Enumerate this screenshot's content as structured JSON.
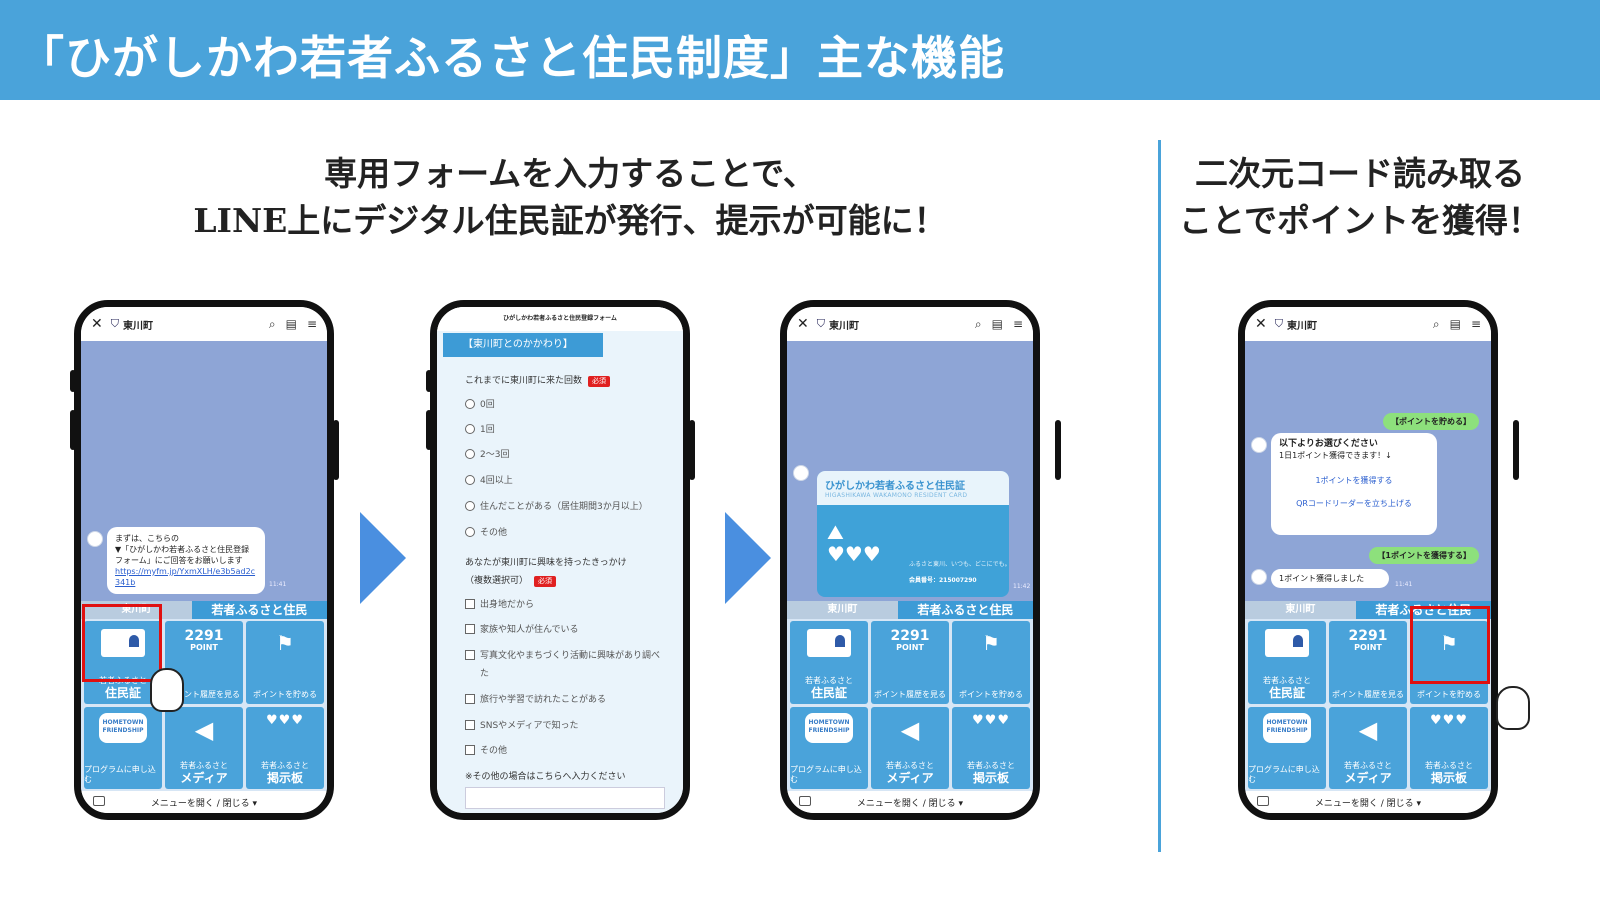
{
  "banner": {
    "title": "「ひがしかわ若者ふるさと住民制度」主な機能"
  },
  "headings": {
    "left_line1": "専用フォームを入力することで、",
    "left_line2": "LINE上にデジタル住民証が発行、提示が可能に！",
    "right_line1": "二次元コード読み取る",
    "right_line2": "ことでポイントを獲得！"
  },
  "line_app": {
    "account_name": "東川町",
    "menu_tab_left": "東川町",
    "menu_tab_right": "若者ふるさと住民",
    "menu_toggle": "メニューを開く / 閉じる ▾",
    "tiles": {
      "resident_card_small": "若者ふるさと",
      "resident_card_big": "住民証",
      "points_number": "2291",
      "points_label": "POINT",
      "points_history": "ポイント履歴を見る",
      "points_save": "ポイントを貯める",
      "program_icon_text": "HOMETOWN FRIENDSHIP",
      "program_label": "プログラムに申し込む",
      "media_small": "若者ふるさと",
      "media_big": "メディア",
      "board_small": "若者ふるさと",
      "board_big": "掲示板"
    }
  },
  "phone1": {
    "message_line1": "まずは、こちらの",
    "message_line2": "▼「ひがしかわ若者ふるさと住民登録フォーム」にご回答をお願いします",
    "message_link": "https://myfm.jp/YxmXLH/e3b5ad2c341b",
    "time": "11:41"
  },
  "phone2": {
    "form_title": "ひがしかわ若者ふるさと住民登録フォーム",
    "section_header": "【東川町とのかかわり】",
    "q1": "これまでに東川町に来た回数",
    "required": "必須",
    "q1_options": [
      "0回",
      "1回",
      "2～3回",
      "4回以上",
      "住んだことがある（居住期間3か月以上）",
      "その他"
    ],
    "q2_line1": "あなたが東川町に興味を持ったきっかけ",
    "q2_line2": "（複数選択可）",
    "q2_options": [
      "出身地だから",
      "家族や知人が住んでいる",
      "写真文化やまちづくり活動に興味があり調べた",
      "旅行や学習で訪れたことがある",
      "SNSやメディアで知った",
      "その他"
    ],
    "other_note": "※その他の場合はこちらへ入力ください"
  },
  "phone3": {
    "card_title": "ひがしかわ若者ふるさと住民証",
    "card_subtitle": "HIGASHIKAWA WAKAMONO RESIDENT CARD",
    "card_tagline": "ふるさと東川、いつも、どこにでも。",
    "card_number": "会員番号：215007290",
    "time": "11:42"
  },
  "phone4": {
    "green1": "【ポイントを貯める】",
    "choose_title": "以下よりお選びください",
    "choose_sub": "1日1ポイント獲得できます！↓",
    "option_a": "1ポイントを獲得する",
    "option_b": "QRコードリーダーを立ち上げる",
    "green2": "【1ポイントを獲得する】",
    "result": "1ポイント獲得しました",
    "time": "11:41"
  },
  "colors": {
    "banner": "#4aa3da",
    "tile": "#4aa3da",
    "highlight": "#e01010",
    "arrow": "#4a8fe0",
    "chat_bg": "#8ea5d6"
  }
}
